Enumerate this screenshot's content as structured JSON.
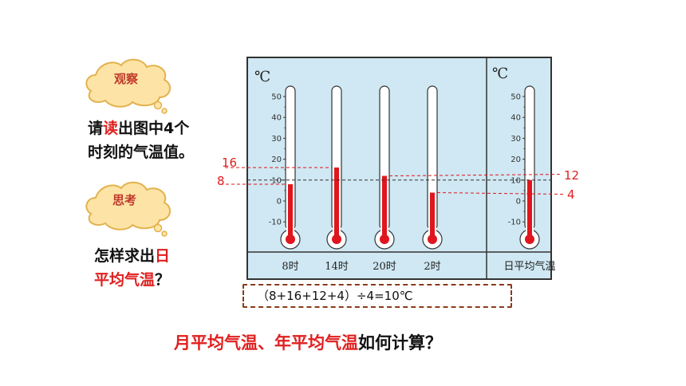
{
  "observe": {
    "bubble_label": "观察",
    "line1": [
      "请",
      "读",
      "出图中4个"
    ],
    "line2": "时刻的气温值。"
  },
  "think": {
    "bubble_label": "思考",
    "line1": [
      "怎样求出",
      "日"
    ],
    "line2": [
      "平均气温",
      "？"
    ]
  },
  "panel": {
    "unit_left": "℃",
    "unit_right": "℃",
    "scale_labels": [
      "50",
      "40",
      "30",
      "20",
      "10",
      "0",
      "-10"
    ],
    "thermometers": [
      {
        "label": "8时",
        "value": 8
      },
      {
        "label": "14时",
        "value": 16
      },
      {
        "label": "20时",
        "value": 12
      },
      {
        "label": "2时",
        "value": 4
      }
    ],
    "average": {
      "label": "日平均气温",
      "value": 10
    },
    "annotations": {
      "left_top": "16",
      "left_bottom": "8",
      "right_top": "12",
      "right_bottom": "4"
    }
  },
  "formula": "（8+16+12+4）÷4=10℃",
  "question": {
    "part1": "月平均气温、年平均气温",
    "part2": "如何计算？"
  },
  "colors": {
    "panel_bg": "#cfe8f3",
    "mercury": "#e0161e",
    "annotation": "#e02020",
    "box_border": "#8a3a1a"
  }
}
